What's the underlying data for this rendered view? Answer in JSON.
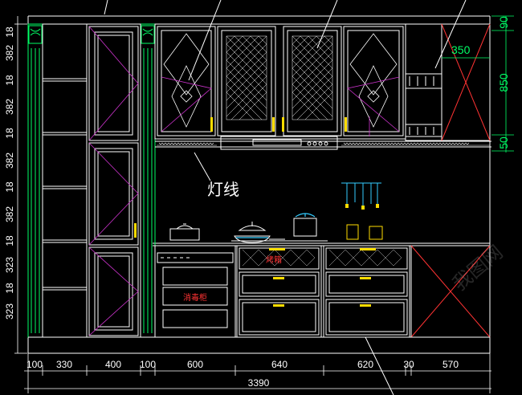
{
  "labels": {
    "light_line": "灯线",
    "disinfection_cabinet": "消毒柜",
    "oven": "烤箱",
    "dim_350": "350"
  },
  "left_dims": [
    "18",
    "382",
    "18",
    "382",
    "18",
    "382",
    "18",
    "382",
    "18",
    "323",
    "18",
    "323"
  ],
  "right_dims": [
    "90",
    "850",
    "50"
  ],
  "bottom_dims": [
    "100",
    "330",
    "400",
    "100",
    "600",
    "640",
    "620",
    "30",
    "570"
  ],
  "total_dim": "3390",
  "watermark": "我图网",
  "colors": {
    "background": "#000000",
    "line": "#ffffff",
    "green": "#00ff66",
    "magenta": "#cc33cc",
    "yellow": "#ffdd00",
    "red": "#ff3333",
    "cyan": "#33ccff"
  }
}
